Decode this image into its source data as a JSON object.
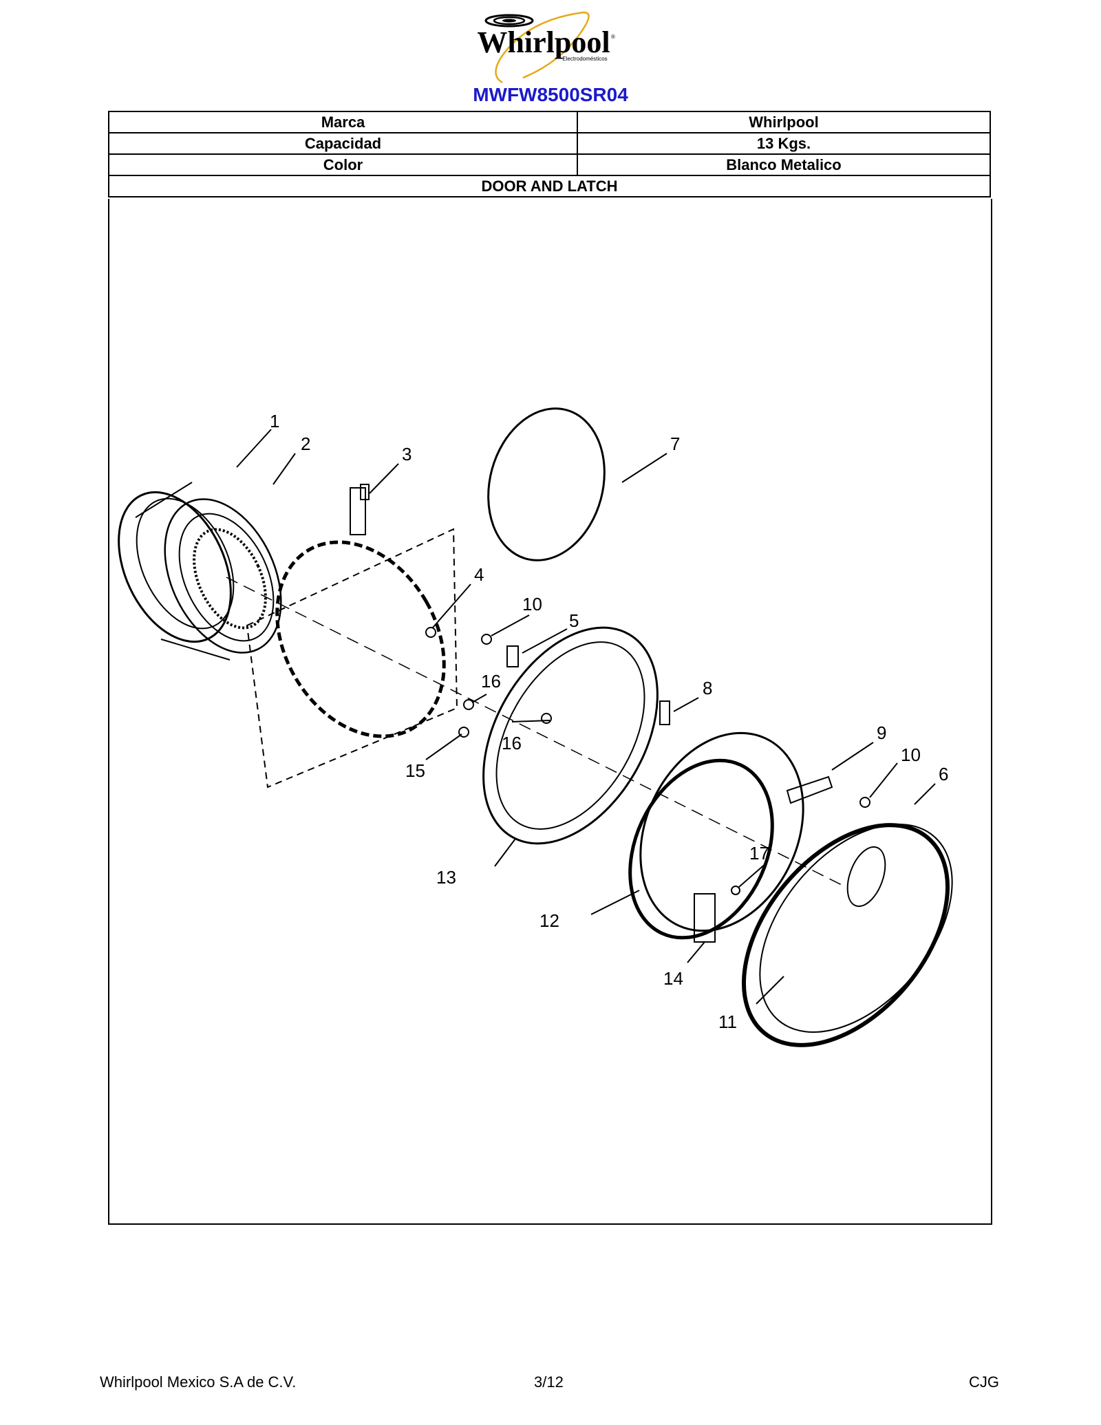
{
  "header": {
    "logo_text": "Whirlpool",
    "logo_subtext": "Electrodomésticos",
    "model": "MWFW8500SR04"
  },
  "specs": [
    {
      "label": "Marca",
      "value": "Whirlpool"
    },
    {
      "label": "Capacidad",
      "value": "13 Kgs."
    },
    {
      "label": "Color",
      "value": "Blanco Metalico"
    }
  ],
  "section_title": "DOOR AND LATCH",
  "callouts": [
    "1",
    "2",
    "3",
    "7",
    "4",
    "10",
    "5",
    "16",
    "8",
    "16",
    "9",
    "15",
    "10",
    "6",
    "13",
    "17",
    "12",
    "14",
    "11"
  ],
  "footer": {
    "company": "Whirlpool Mexico S.A de C.V.",
    "page": "3/12",
    "initials": "CJG"
  }
}
